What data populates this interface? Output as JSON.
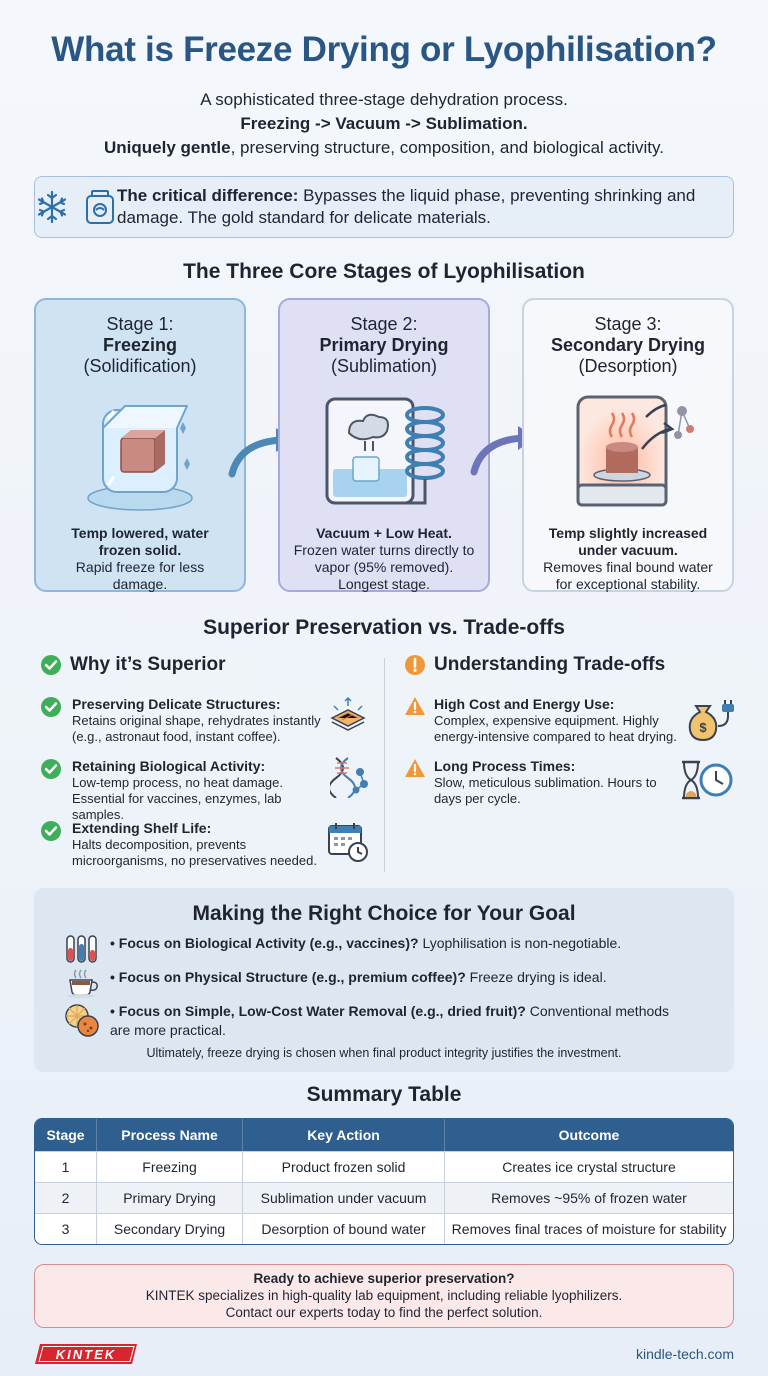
{
  "header": {
    "title": "What is Freeze Drying or Lyophilisation?",
    "line1": "A sophisticated three-stage dehydration process.",
    "line2": "Freezing -> Vacuum -> Sublimation.",
    "line3_bold": "Uniquely gentle",
    "line3_rest": ", preserving structure, composition, and biological activity."
  },
  "critical": {
    "label": "The critical difference:",
    "text": " Bypasses the liquid phase, preventing shrinking and damage. The gold standard for delicate materials.",
    "icons": [
      "snowflake-icon",
      "jar-icon"
    ]
  },
  "stages_section": {
    "title": "The Three Core Stages of Lyophilisation",
    "stages": [
      {
        "num": "Stage 1:",
        "name": "Freezing",
        "sub": "(Solidification)",
        "bold": "Temp lowered, water frozen solid.",
        "desc": "Rapid freeze for less damage."
      },
      {
        "num": "Stage 2:",
        "name": "Primary Drying",
        "sub": "(Sublimation)",
        "bold": "Vacuum + Low Heat.",
        "desc": "Frozen water turns directly to vapor (95% removed). Longest stage."
      },
      {
        "num": "Stage 3:",
        "name": "Secondary Drying",
        "sub": "(Desorption)",
        "bold": "Temp slightly increased under vacuum.",
        "desc": "Removes final bound water for exceptional stability."
      }
    ]
  },
  "preservation": {
    "title": "Superior Preservation vs. Trade-offs",
    "superior_title": "Why it’s Superior",
    "superior_items": [
      {
        "title": "Preserving Delicate Structures:",
        "text": "Retains original shape, rehydrates instantly (e.g., astronaut food, instant coffee)."
      },
      {
        "title": "Retaining Biological Activity:",
        "text": "Low-temp process, no heat damage. Essential for vaccines, enzymes, lab samples."
      },
      {
        "title": "Extending Shelf Life:",
        "text": "Halts decomposition, prevents microorganisms, no preservatives needed."
      }
    ],
    "tradeoffs_title": "Understanding Trade-offs",
    "tradeoff_items": [
      {
        "title": "High Cost and Energy Use:",
        "text": "Complex, expensive equipment. Highly energy-intensive compared to heat drying."
      },
      {
        "title": "Long Process Times:",
        "text": "Slow, meticulous sublimation. Hours to days per cycle."
      }
    ]
  },
  "choice": {
    "title": "Making the Right Choice for Your Goal",
    "items": [
      {
        "bold": "• Focus on Biological Activity (e.g., vaccines)?",
        "rest": " Lyophilisation is non-negotiable."
      },
      {
        "bold": "• Focus on Physical Structure (e.g., premium coffee)?",
        "rest": " Freeze drying is ideal."
      },
      {
        "bold": "• Focus on Simple, Low-Cost Water Removal (e.g., dried fruit)?",
        "rest": " Conventional methods are more practical."
      }
    ],
    "note": "Ultimately, freeze drying is chosen when final product integrity justifies the investment."
  },
  "summary": {
    "title": "Summary Table",
    "headers": [
      "Stage",
      "Process Name",
      "Key Action",
      "Outcome"
    ],
    "rows": [
      [
        "1",
        "Freezing",
        "Product frozen solid",
        "Creates ice crystal structure"
      ],
      [
        "2",
        "Primary Drying",
        "Sublimation under vacuum",
        "Removes ~95% of frozen water"
      ],
      [
        "3",
        "Secondary Drying",
        "Desorption of bound water",
        "Removes final traces of moisture for stability"
      ]
    ]
  },
  "cta": {
    "line1": "Ready to achieve superior preservation?",
    "line2": "KINTEK specializes in high-quality lab equipment, including reliable lyophilizers.",
    "line3": "Contact our experts today to find the perfect solution."
  },
  "footer": {
    "logo_text": "KINTEK",
    "site": "kindle-tech.com"
  },
  "colors": {
    "title_blue": "#2a5684",
    "table_header": "#2f5f8f",
    "check_green": "#3fae5a",
    "warn_orange": "#f0973a",
    "logo_red": "#d9252e"
  }
}
